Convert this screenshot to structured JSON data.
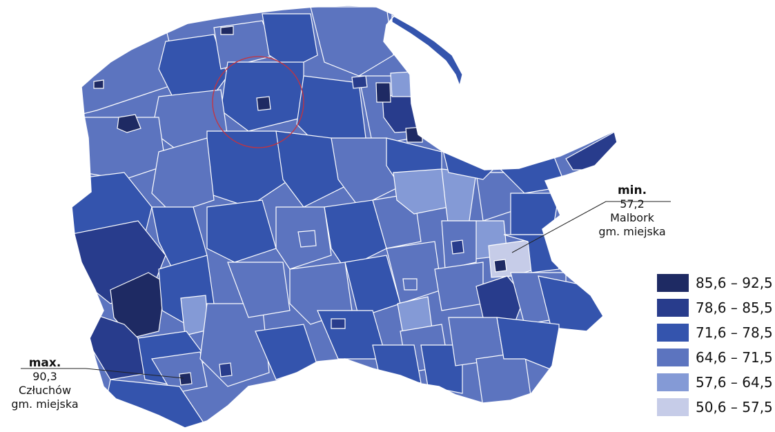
{
  "map": {
    "colors": {
      "class1": "#1e2a63",
      "class2": "#283c8c",
      "class3": "#3454ad",
      "class4": "#5c74bf",
      "class5": "#849ad6",
      "class6": "#c6cce8",
      "stroke": "#ffffff",
      "highlight_ring": "#c8323c"
    },
    "legend": [
      {
        "label": "85,6 – 92,5",
        "color": "#1e2a63"
      },
      {
        "label": "78,6 – 85,5",
        "color": "#283c8c"
      },
      {
        "label": "71,6 – 78,5",
        "color": "#3454ad"
      },
      {
        "label": "64,6 – 71,5",
        "color": "#5c74bf"
      },
      {
        "label": "57,6 – 64,5",
        "color": "#849ad6"
      },
      {
        "label": "50,6 – 57,5",
        "color": "#c6cce8"
      }
    ],
    "min": {
      "heading": "min.",
      "value": "57,2",
      "place": "Malbork",
      "kind": "gm. miejska"
    },
    "max": {
      "heading": "max.",
      "value": "90,3",
      "place": "Człuchów",
      "kind": "gm. miejska"
    }
  }
}
